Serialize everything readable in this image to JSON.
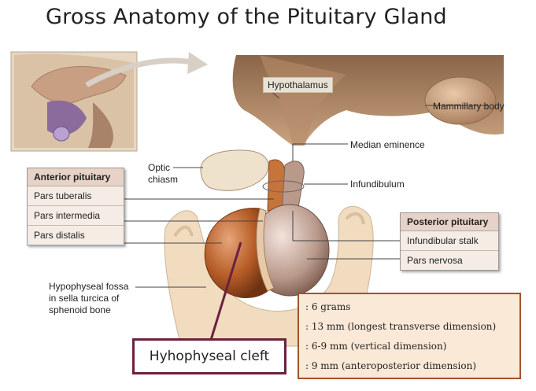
{
  "title": "Gross Anatomy of the Pituitary Gland",
  "labels": {
    "hypothalamus": "Hypothalamus",
    "mammillary_body": "Mammillary body",
    "median_eminence": "Median eminence",
    "optic_chiasm_1": "Optic",
    "optic_chiasm_2": "chiasm",
    "infundibulum": "Infundibulum",
    "fossa_1": "Hypophyseal fossa",
    "fossa_2": "in sella turcica of",
    "fossa_3": "sphenoid bone"
  },
  "anterior": {
    "header": "Anterior pituitary",
    "items": [
      "Pars tuberalis",
      "Pars intermedia",
      "Pars distalis"
    ]
  },
  "posterior": {
    "header": "Posterior pituitary",
    "items": [
      "Infundibular stalk",
      "Pars nervosa"
    ]
  },
  "facts": [
    ": 6 grams",
    ": 13 mm (longest transverse dimension)",
    ": 6-9 mm (vertical dimension)",
    ": 9 mm (anteroposterior dimension)"
  ],
  "cleft_label": "Hyhophyseal cleft",
  "colors": {
    "brain": "#a67b5b",
    "bone": "#f1dcc0",
    "anterior_lobe": "#b65c26",
    "posterior_lobe": "#a48070",
    "cleft_border": "#6b2140",
    "facts_border": "#a0522d"
  }
}
